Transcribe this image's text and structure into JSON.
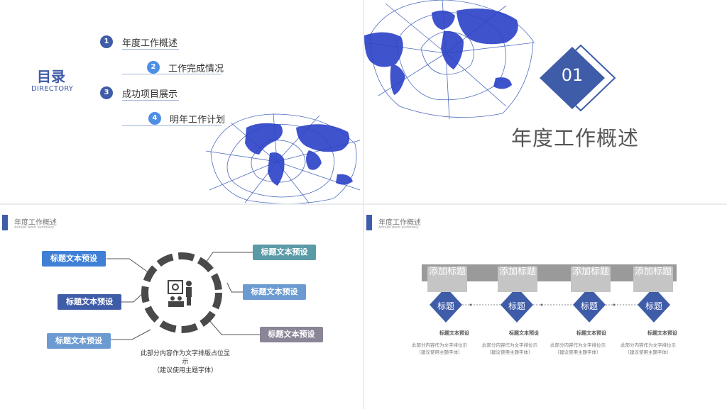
{
  "slide1": {
    "title": "目录",
    "subtitle": "DIRECTORY",
    "items": [
      {
        "num": "1",
        "label": "年度工作概述"
      },
      {
        "num": "2",
        "label": "工作完成情况"
      },
      {
        "num": "3",
        "label": "成功项目展示"
      },
      {
        "num": "4",
        "label": "明年工作计划"
      }
    ]
  },
  "slide2": {
    "number": "01",
    "title": "年度工作概述"
  },
  "slide3": {
    "header_title": "年度工作概述",
    "header_sub": "Annual work summary",
    "labels": [
      "标题文本预设",
      "标题文本预设",
      "标题文本预设",
      "标题文本预设",
      "标题文本预设",
      "标题文本预设"
    ],
    "caption_line1": "此部分内容作为文字排版占位显",
    "caption_line2": "示",
    "caption_line3": "（建议使用主题字体）"
  },
  "slide4": {
    "header_title": "年度工作概述",
    "header_sub": "Annual work summary",
    "steps": [
      {
        "tile": "添加标题",
        "diamond": "标题",
        "label": "标题文本预设",
        "desc1": "此部分内容作为文字排位示",
        "desc2": "（建议使用主题字体）"
      },
      {
        "tile": "添加标题",
        "diamond": "标题",
        "label": "标题文本预设",
        "desc1": "此部分内容作为文字排位示",
        "desc2": "（建议使用主题字体）"
      },
      {
        "tile": "添加标题",
        "diamond": "标题",
        "label": "标题文本预设",
        "desc1": "此部分内容作为文字排位示",
        "desc2": "（建议使用主题字体）"
      },
      {
        "tile": "添加标题",
        "diamond": "标题",
        "label": "标题文本预设",
        "desc1": "此部分内容作为文字排位示",
        "desc2": "（建议使用主题字体）"
      }
    ]
  },
  "colors": {
    "primary": "#3f5ca8",
    "accent_blue": "#4d8fe6",
    "teal": "#5b9aa7",
    "slate": "#8c8598",
    "steel": "#6b9bd1"
  }
}
